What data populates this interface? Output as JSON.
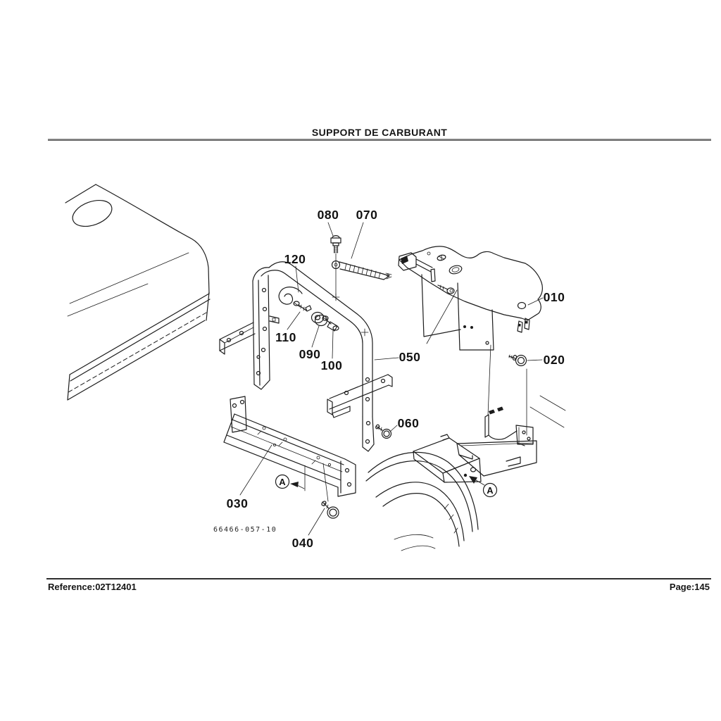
{
  "page": {
    "title": "SUPPORT DE CARBURANT",
    "footer_reference": "Reference:02T12401",
    "footer_page": "Page:145",
    "drawing_code": "66466-057-10"
  },
  "diagram": {
    "view_marker": "A",
    "labels": {
      "p010": "010",
      "p020": "020",
      "p030": "030",
      "p040": "040",
      "p050": "050",
      "p060": "060",
      "p070": "070",
      "p080": "080",
      "p090": "090",
      "p100": "100",
      "p110": "110",
      "p120": "120"
    }
  },
  "colors": {
    "line": "#1c1c1c",
    "header_rule": "#777777",
    "footer_rule": "#2e2e2e",
    "background": "#ffffff"
  }
}
